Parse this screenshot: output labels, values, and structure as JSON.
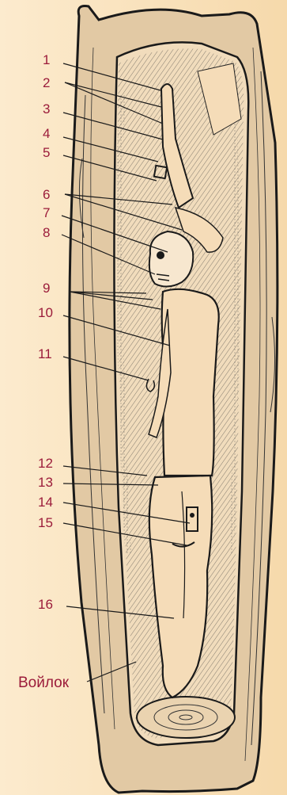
{
  "diagram": {
    "labels": [
      "1",
      "2",
      "3",
      "4",
      "5",
      "6",
      "7",
      "8",
      "9",
      "10",
      "11",
      "12",
      "13",
      "14",
      "15",
      "16"
    ],
    "felt_label": "Войлок"
  },
  "colors": {
    "background": "#fbe6c4",
    "label": "#9b1b3a",
    "wood": "#e2c9a4",
    "ink": "#1a1a1a",
    "body": "#f5dcb8"
  }
}
